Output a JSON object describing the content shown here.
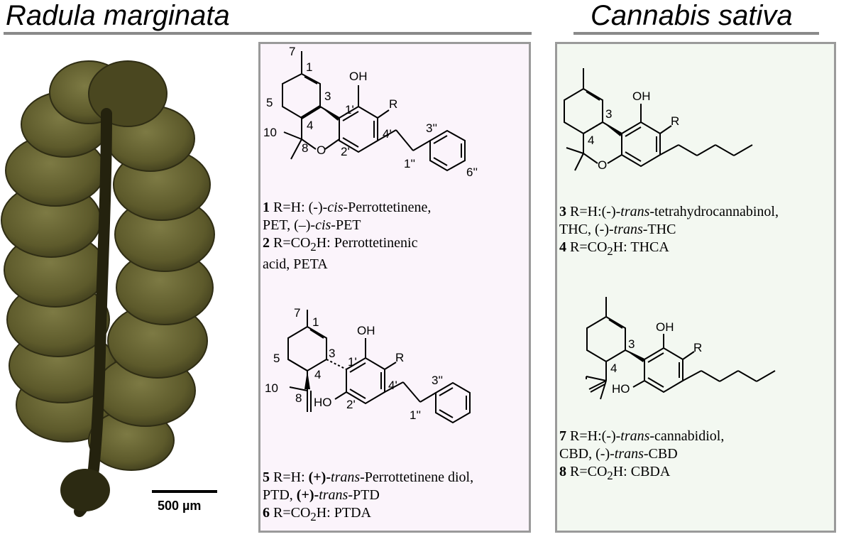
{
  "titles": {
    "left": "Radula marginata",
    "right": "Cannabis sativa"
  },
  "scalebar": {
    "label": "500 µm"
  },
  "atom_labels": {
    "oh": "OH",
    "r": "R",
    "o": "O",
    "ho": "HO",
    "n1": "1",
    "n3": "3",
    "n4": "4",
    "n5": "5",
    "n7": "7",
    "n8": "8",
    "n10": "10",
    "n1p": "1'",
    "n2p": "2'",
    "n4p": "4'",
    "n1pp": "1''",
    "n3pp": "3''",
    "n6pp": "6''"
  },
  "captions": {
    "pet": {
      "l1_num": "1",
      "l1_pre": " R=H: (-)-",
      "l1_it": "cis",
      "l1_post": "-Perrottetinene,",
      "l2_pre": "PET, (–)-",
      "l2_it": "cis",
      "l2_post": "-PET",
      "l3_num": "2",
      "l3_pre": " R=CO",
      "l3_sub": "2",
      "l3_post": "H: Perrottetinenic",
      "l4": "acid, PETA"
    },
    "ptd": {
      "l1_num": "5",
      "l1_pre": " R=H: ",
      "l1_b": "(+)-",
      "l1_it": "trans",
      "l1_post": "-Perrottetinene diol,",
      "l2_pre": "PTD, ",
      "l2_b": "(+)-",
      "l2_it": "trans",
      "l2_post": "-PTD",
      "l3_num": "6",
      "l3_pre": " R=CO",
      "l3_sub": "2",
      "l3_post": "H: PTDA"
    },
    "thc": {
      "l1_num": "3",
      "l1_pre": " R=H:(-)-",
      "l1_it": "trans",
      "l1_post": "-tetrahydrocannabinol,",
      "l2_pre": "THC, (-)-",
      "l2_it": "trans",
      "l2_post": "-THC",
      "l3_num": "4",
      "l3_pre": " R=CO",
      "l3_sub": "2",
      "l3_post": "H: THCA"
    },
    "cbd": {
      "l1_num": "7",
      "l1_pre": " R=H:(-)-",
      "l1_it": "trans",
      "l1_post": "-cannabidiol,",
      "l2_pre": "CBD, (-)-",
      "l2_it": "trans",
      "l2_post": "-CBD",
      "l3_num": "8",
      "l3_pre": " R=CO",
      "l3_sub": "2",
      "l3_post": "H: CBDA"
    }
  },
  "colors": {
    "panel_left_bg": "#fbf4fb",
    "panel_right_bg": "#f3f8f1",
    "rule": "#8a8a8a",
    "plant_dark": "#3c3a18",
    "plant_mid": "#6d6a36"
  }
}
